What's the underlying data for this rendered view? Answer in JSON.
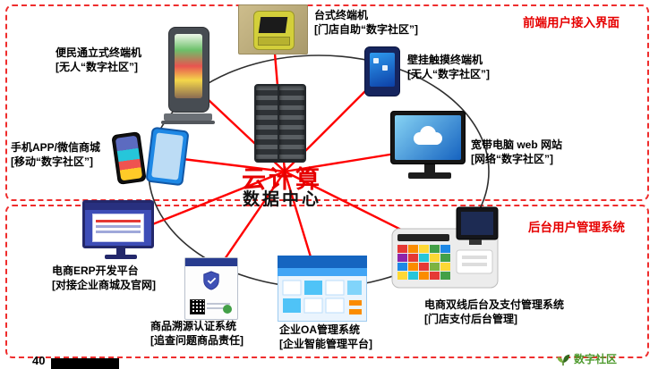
{
  "page": {
    "number": "40"
  },
  "sections": {
    "front": {
      "title": "前端用户接入界面"
    },
    "back": {
      "title": "后台用户管理系统"
    }
  },
  "center": {
    "title": "云计算",
    "subtitle": "数据中心"
  },
  "nodes": [
    {
      "id": "desktop-terminal",
      "label": "台式终端机",
      "sub": "[门店自助“数字社区”]"
    },
    {
      "id": "kiosk",
      "label": "便民通立式终端机",
      "sub": "[无人“数字社区”]"
    },
    {
      "id": "wall-terminal",
      "label": "壁挂触摸终端机",
      "sub": "[无人“数字社区”]"
    },
    {
      "id": "mobile",
      "label": "手机APP/微信商城",
      "sub": "[移动“数字社区”]"
    },
    {
      "id": "web",
      "label": "宽带电脑 web 网站",
      "sub": "[网络“数字社区”]"
    },
    {
      "id": "erp",
      "label": "电商ERP开发平台",
      "sub": "[对接企业商城及官网]"
    },
    {
      "id": "trace",
      "label": "商品溯源认证系统",
      "sub": "[追查问题商品责任]"
    },
    {
      "id": "oa",
      "label": "企业OA管理系统",
      "sub": "[企业智能管理平台]"
    },
    {
      "id": "pos",
      "label": "电商双线后台及支付管理系统",
      "sub": "[门店支付后台管理]"
    }
  ],
  "logo": {
    "text": "数字社区"
  },
  "colors": {
    "accent_red": "#e60000",
    "connection_line_red": "#ff0000",
    "panel_border_red": "#ef2d2d",
    "ellipse_stroke": "#2f2f2f"
  }
}
